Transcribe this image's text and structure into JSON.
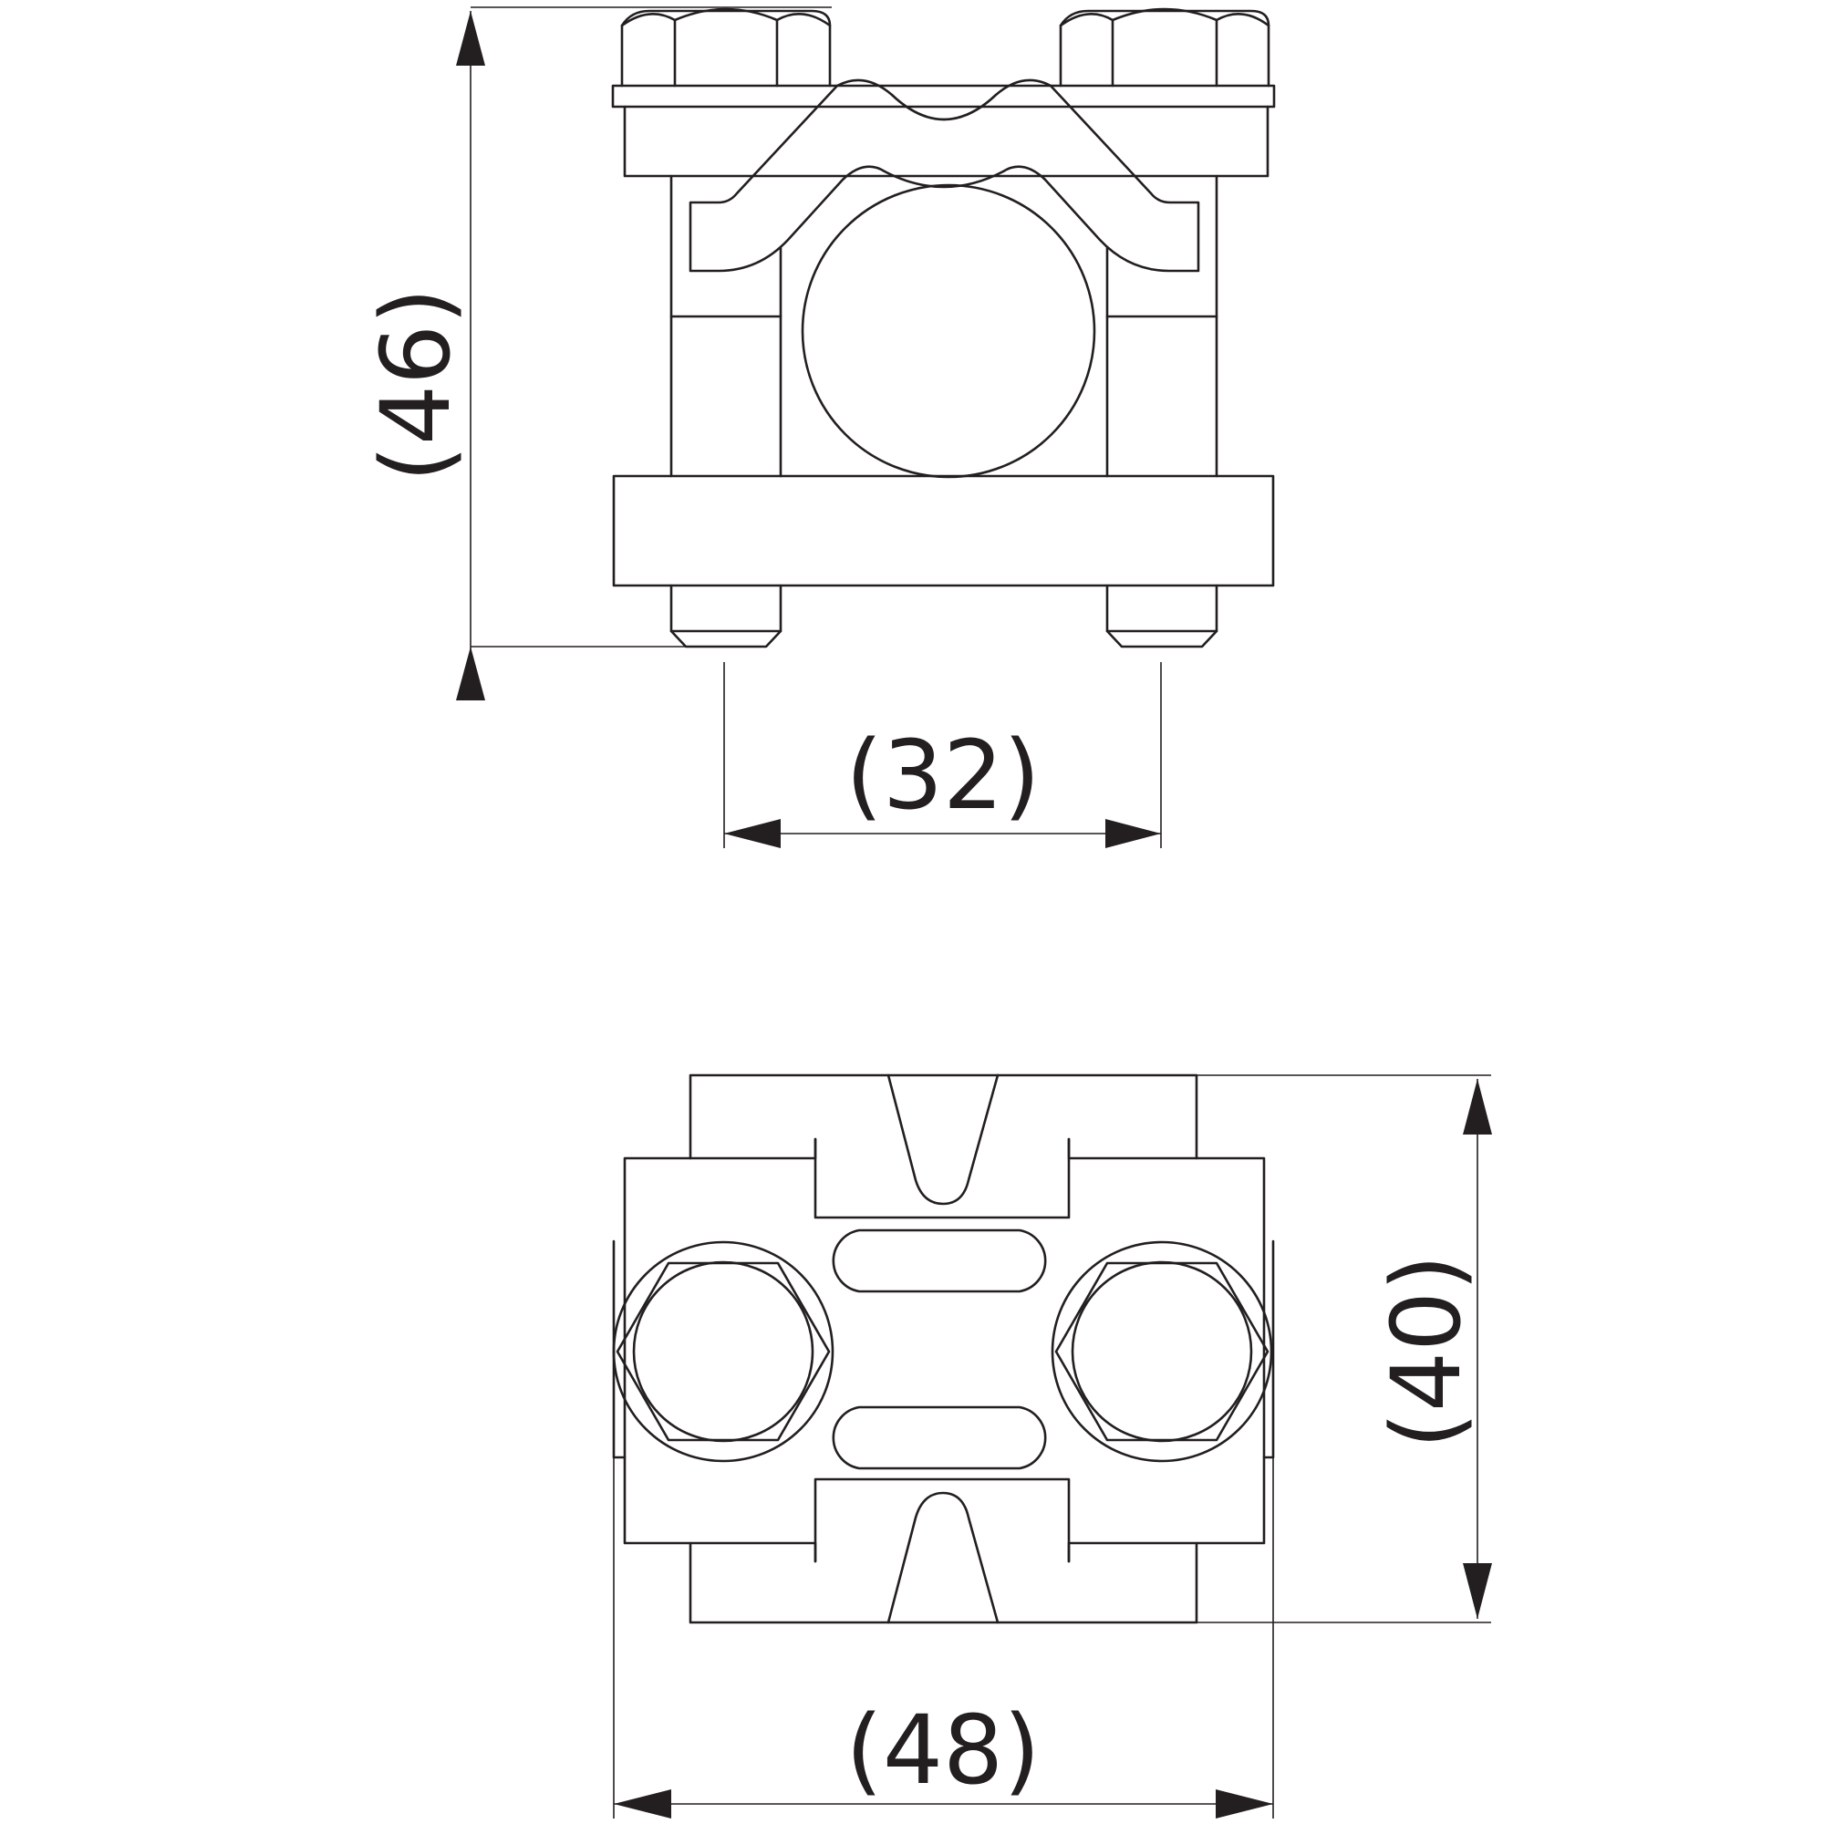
{
  "dimensions": {
    "side_height": "(46)",
    "bolt_spacing": "(32)",
    "top_depth": "(40)",
    "top_width": "(48)"
  },
  "colors": {
    "line": "#231f20",
    "background": "#ffffff"
  }
}
